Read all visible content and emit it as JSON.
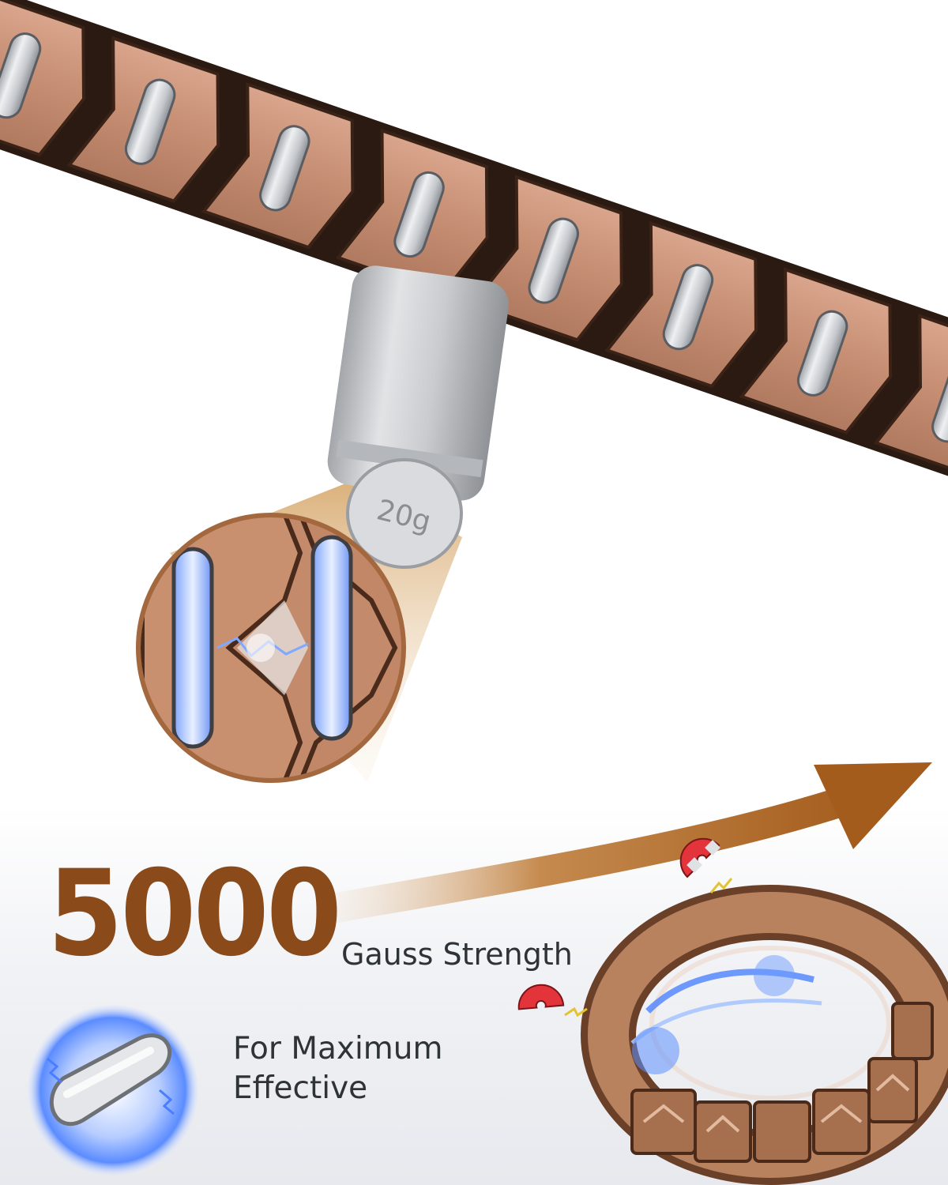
{
  "hero": {
    "number": "5000",
    "subtitle": "Gauss Strength",
    "weight_label": "20g"
  },
  "feature": {
    "line1": "For Maximum",
    "line2": "Effective"
  },
  "colors": {
    "copper": "#c99277",
    "copper_dark": "#3d2418",
    "brown_accent": "#8a4a1a",
    "silver": "#d6d8dc",
    "text_dark": "#2e3338",
    "energy_blue": "#3d7bff"
  },
  "icons": {
    "magnet_top": "horseshoe-magnet-icon",
    "magnet_left": "horseshoe-magnet-icon",
    "magnet_capsule": "magnet-capsule-icon",
    "arrow": "curved-arrow-icon"
  }
}
